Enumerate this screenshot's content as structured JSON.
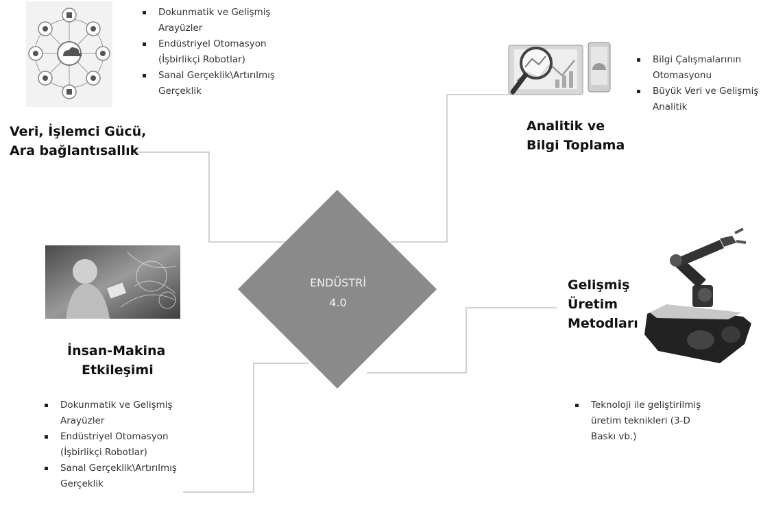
{
  "center": {
    "line1": "ENDÜSTRİ",
    "line2": "4.0"
  },
  "nodes": {
    "data": {
      "title_line1": "Veri, İşlemci Gücü,",
      "title_line2": "Ara bağlantısallık",
      "bullets": [
        "Dokunmatik ve Gelişmiş Arayüzler",
        "Endüstriyel Otomasyon (İşbirlikçi Robotlar)",
        "Sanal Gerçeklik\\Artırılmış Gerçeklik"
      ]
    },
    "analytics": {
      "title_line1": "Analitik ve",
      "title_line2": "Bilgi Toplama",
      "bullets": [
        "Bilgi Çalışmalarının Otomasyonu",
        "Büyük Veri ve Gelişmiş Analitik"
      ]
    },
    "hmi": {
      "title_line1": "İnsan-Makina",
      "title_line2": "Etkileşimi",
      "bullets": [
        "Dokunmatik ve Gelişmiş Arayüzler",
        "Endüstriyel Otomasyon (İşbirlikçi Robotlar)",
        "Sanal Gerçeklik\\Artırılmış Gerçeklik"
      ]
    },
    "manufacturing": {
      "title_line1": "Gelişmiş",
      "title_line2": "Üretim",
      "title_line3": "Metodları",
      "bullets": [
        "Teknoloji ile geliştirilmiş üretim teknikleri (3-D Baskı vb.)"
      ]
    }
  },
  "icons": {
    "network": "network-hub-icon",
    "analytics": "magnifier-analytics-icon",
    "hmi": "human-interface-photo",
    "robot": "robotic-arm-photo"
  },
  "colors": {
    "diamond": "#8a8a8a",
    "connector": "#b0b0b0",
    "text": "#333333"
  }
}
